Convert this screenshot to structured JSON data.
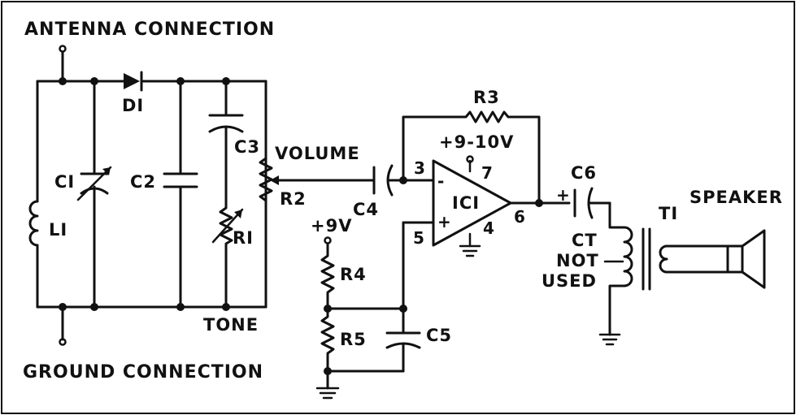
{
  "diagram": {
    "labels": {
      "antenna": "ANTENNA CONNECTION",
      "ground": "GROUND CONNECTION",
      "d1": "DI",
      "c1": "CI",
      "c2": "C2",
      "c3": "C3",
      "l1": "LI",
      "r1": "RI",
      "volume": "VOLUME",
      "r2": "R2",
      "tone": "TONE",
      "c4": "C4",
      "r3": "R3",
      "supply_ic": "+9-10V",
      "ic": "ICI",
      "plus9": "+9V",
      "r4": "R4",
      "r5": "R5",
      "c5": "C5",
      "c6": "C6",
      "t1": "TI",
      "speaker": "SPEAKER",
      "ct": "CT",
      "not": "NOT",
      "used": "USED"
    },
    "pins": {
      "p3": "3",
      "p7": "7",
      "p5": "5",
      "p4": "4",
      "p6": "6",
      "minus": "-",
      "plus": "+",
      "c6plus": "+"
    }
  }
}
